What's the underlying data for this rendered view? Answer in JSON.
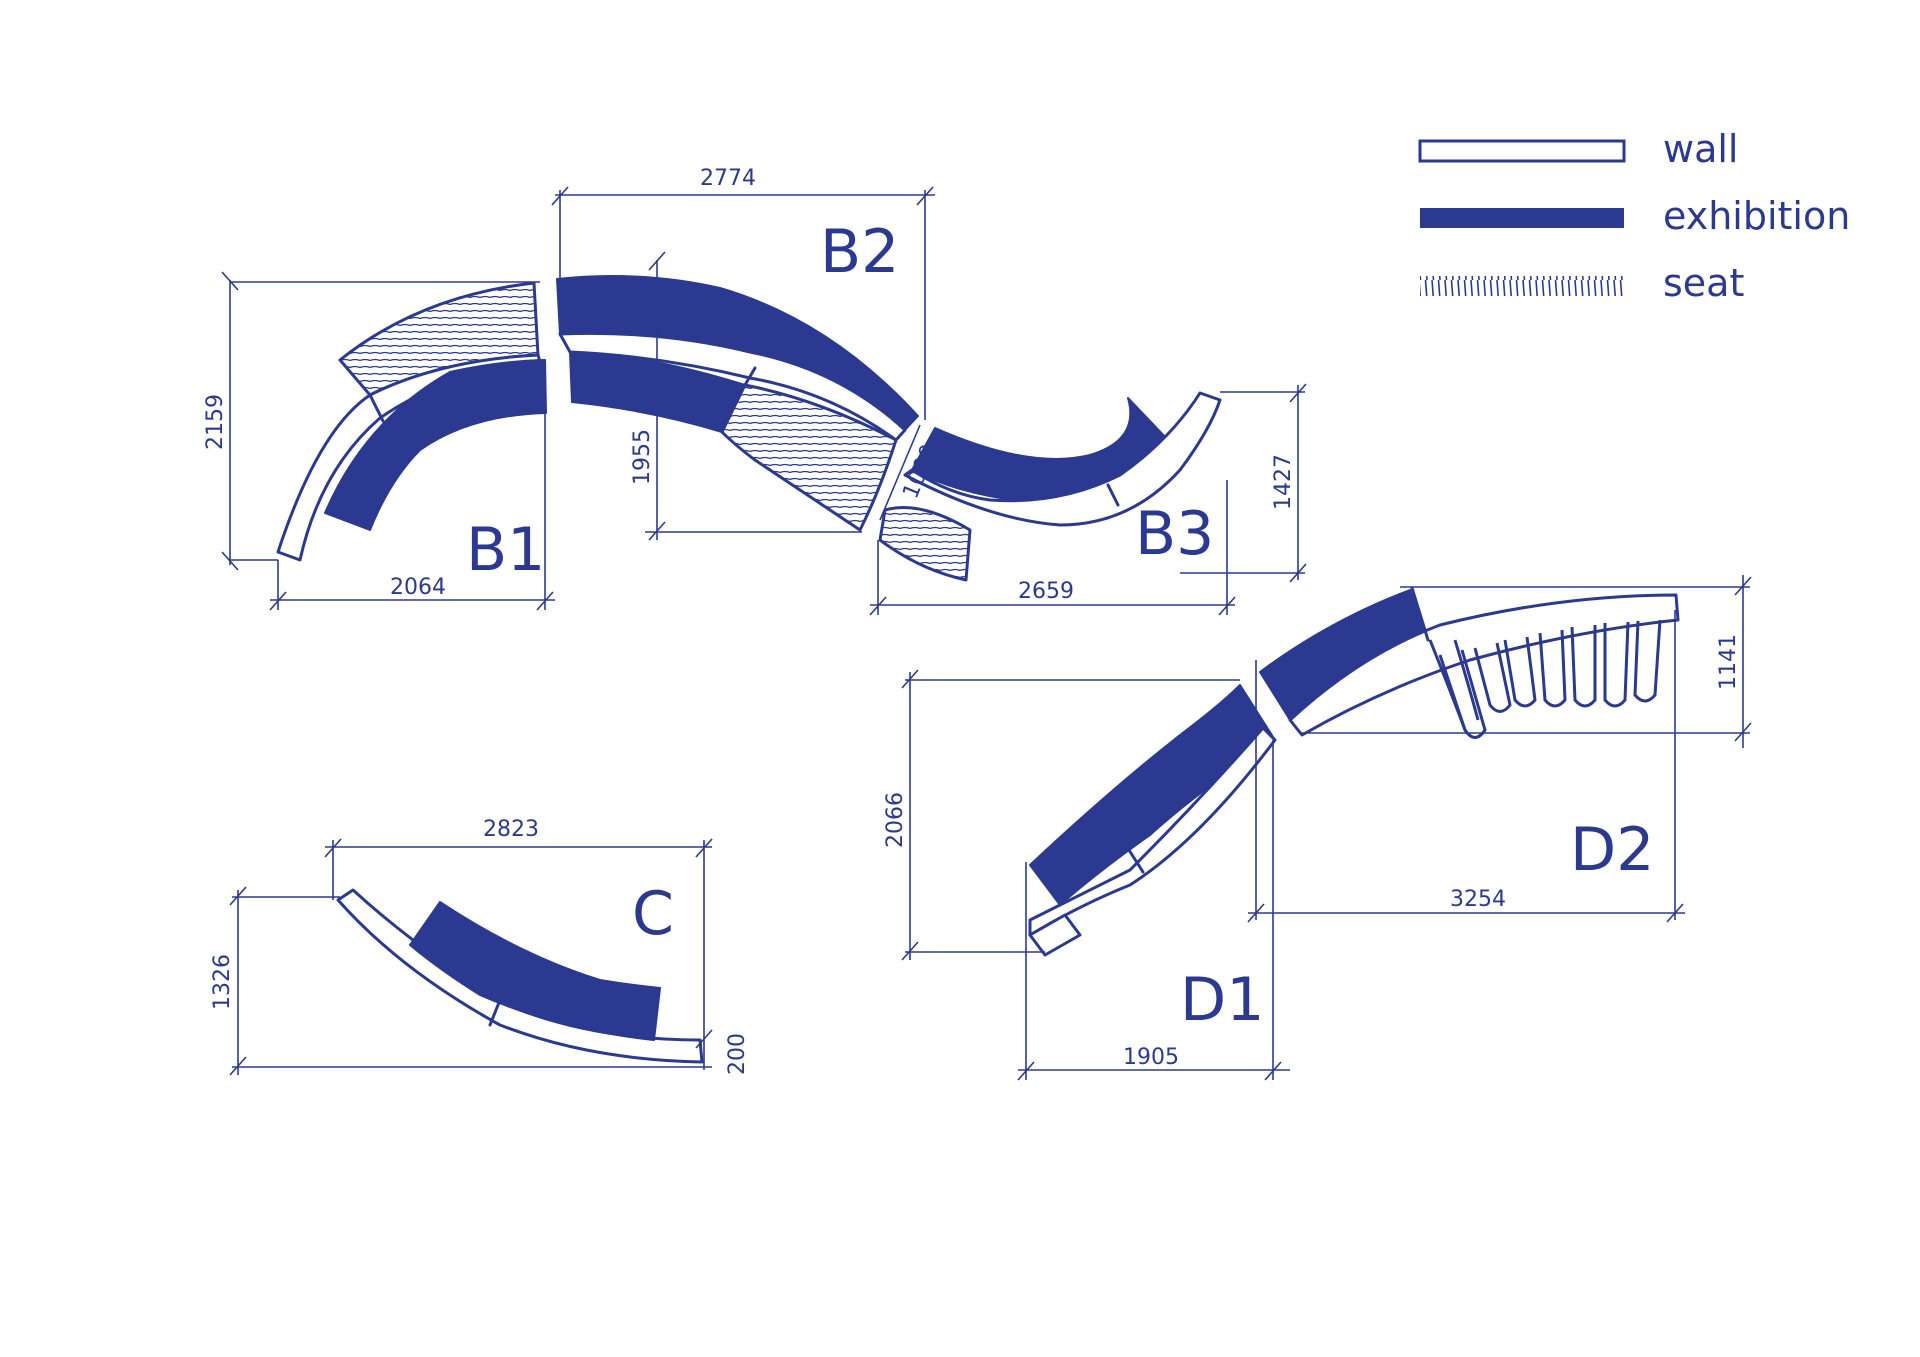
{
  "colors": {
    "ink": "#2b3990",
    "paper": "#ffffff"
  },
  "legend": {
    "wall": "wall",
    "exhibition": "exhibition",
    "seat": "seat"
  },
  "labels": {
    "b1": "B1",
    "b2": "B2",
    "b3": "B3",
    "c": "C",
    "d1": "D1",
    "d2": "D2"
  },
  "dimensions": {
    "b1_width": "2064",
    "b1_height": "2159",
    "b2_width": "2774",
    "b2_height": "1955",
    "b2_gap": "1000",
    "b3_width": "2659",
    "b3_height": "1427",
    "c_width": "2823",
    "c_height": "1326",
    "c_thickness": "200",
    "d1_width": "1905",
    "d1_height": "2066",
    "d2_width": "3254",
    "d2_height": "1141"
  }
}
